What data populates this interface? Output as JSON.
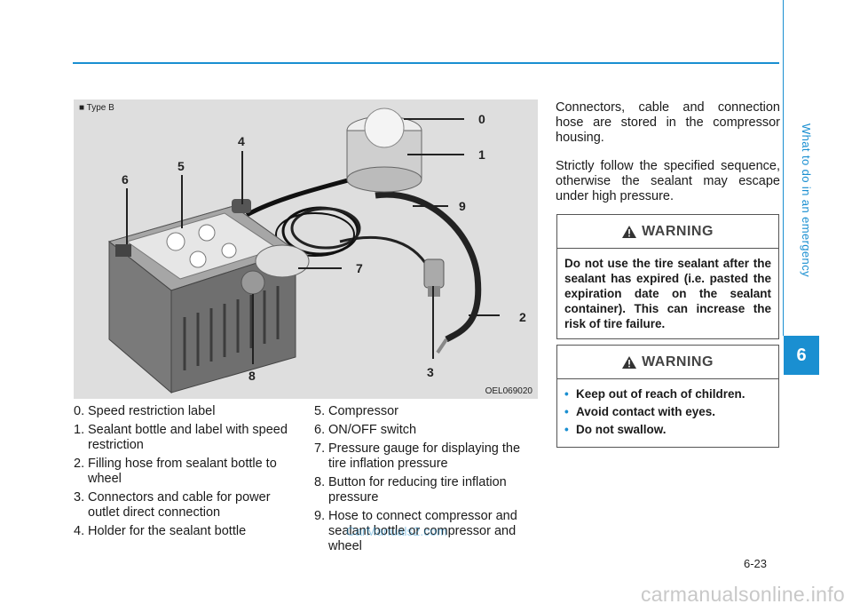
{
  "header": {
    "chapter_title": "What to do in an emergency",
    "chapter_number": "6"
  },
  "figure": {
    "tag": "■ Type B",
    "code": "OEL069020",
    "callouts": [
      "0",
      "1",
      "2",
      "3",
      "4",
      "5",
      "6",
      "7",
      "8",
      "9"
    ]
  },
  "legend": {
    "left": [
      {
        "num": "0.",
        "text": "Speed restriction label"
      },
      {
        "num": "1.",
        "text": "Sealant bottle and label with speed restriction"
      },
      {
        "num": "2.",
        "text": "Filling hose from sealant bottle to wheel"
      },
      {
        "num": "3.",
        "text": "Connectors and cable for power outlet direct connection"
      },
      {
        "num": "4.",
        "text": "Holder for the sealant bottle"
      }
    ],
    "right": [
      {
        "num": "5.",
        "text": "Compressor"
      },
      {
        "num": "6.",
        "text": "ON/OFF switch"
      },
      {
        "num": "7.",
        "text": "Pressure gauge for displaying the tire inflation pressure"
      },
      {
        "num": "8.",
        "text": "Button for reducing tire inflation pressure"
      },
      {
        "num": "9.",
        "text": "Hose to connect compressor and sealant bottle or compressor and wheel"
      }
    ]
  },
  "body": {
    "para1": "Connectors, cable and connection hose are stored in the compressor housing.",
    "para2": "Strictly follow the specified sequence, otherwise the sealant may escape under high pressure."
  },
  "warning1": {
    "title": "WARNING",
    "text": "Do not use the tire sealant after the sealant has expired (i.e. pasted the expiration date on the sealant container). This can increase the risk of tire failure."
  },
  "warning2": {
    "title": "WARNING",
    "items": [
      "Keep out of reach of children.",
      "Avoid contact with eyes.",
      "Do not swallow."
    ]
  },
  "footer": {
    "page_number": "6-23",
    "watermark": "CarManuals2.com",
    "site": "carmanualsonline.info"
  }
}
